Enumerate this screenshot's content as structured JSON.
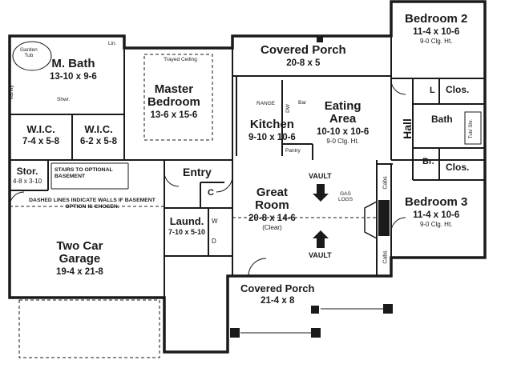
{
  "rooms": {
    "covered_porch_top": {
      "name": "Covered Porch",
      "dim": "20-8 x 5"
    },
    "bedroom2": {
      "name": "Bedroom 2",
      "dim": "11-4 x 10-6",
      "clg": "9-0 Clg. Ht."
    },
    "master_bath": {
      "name": "M. Bath",
      "dim": "13-10 x 9-6"
    },
    "garden_tub": "Garden\nTub",
    "lin": "Lin.",
    "vanity": "Vanity",
    "shwr": "Shwr.",
    "master_bedroom": {
      "name": "Master Bedroom",
      "name1": "Master",
      "name2": "Bedroom",
      "dim": "13-6 x 15-6",
      "ceiling": "Trayed Ceiling"
    },
    "kitchen": {
      "name": "Kitchen",
      "dim": "9-10 x 10-6"
    },
    "range": "RANGE",
    "dw": "DW",
    "bar": "Bar",
    "pantry": "Pantry",
    "eating_area": {
      "name1": "Eating",
      "name2": "Area",
      "dim": "10-10 x 10-6",
      "clg": "9-0 Clg. Ht."
    },
    "hall": "Hall",
    "l": "L",
    "clos1": "Clos.",
    "bath": "Bath",
    "tub_shr": "Tub/ Shr.",
    "br": "Br.",
    "clos2": "Clos.",
    "wic1": {
      "name": "W.I.C.",
      "dim": "7-4 x 5-8"
    },
    "wic2": {
      "name": "W.I.C.",
      "dim": "6-2 x 5-8"
    },
    "stor": {
      "name": "Stor.",
      "dim": "4-8 x 3-10"
    },
    "stairs": "STAIRS TO OPTIONAL BASEMENT",
    "entry": "Entry",
    "c": "C",
    "great_room": {
      "name1": "Great",
      "name2": "Room",
      "dim": "20-8 x 14-6",
      "clear": "(Clear)"
    },
    "vault1": "VAULT",
    "vault2": "VAULT",
    "gas_logs": "GAS LOGS",
    "cabs1": "Cabs",
    "cabs2": "Cabs",
    "bedroom3": {
      "name": "Bedroom 3",
      "dim": "11-4 x 10-6",
      "clg": "9-0 Clg. Ht."
    },
    "laund": {
      "name": "Laund.",
      "dim": "7-10 x 5-10"
    },
    "w": "W",
    "d": "D",
    "note": "DASHED LINES INDICATE WALLS IF BASEMENT OPTION IS CHOSEN.",
    "garage": {
      "name1": "Two Car",
      "name2": "Garage",
      "dim": "19-4 x 21-8"
    },
    "covered_porch_bottom": {
      "name": "Covered Porch",
      "dim": "21-4 x 8"
    }
  }
}
